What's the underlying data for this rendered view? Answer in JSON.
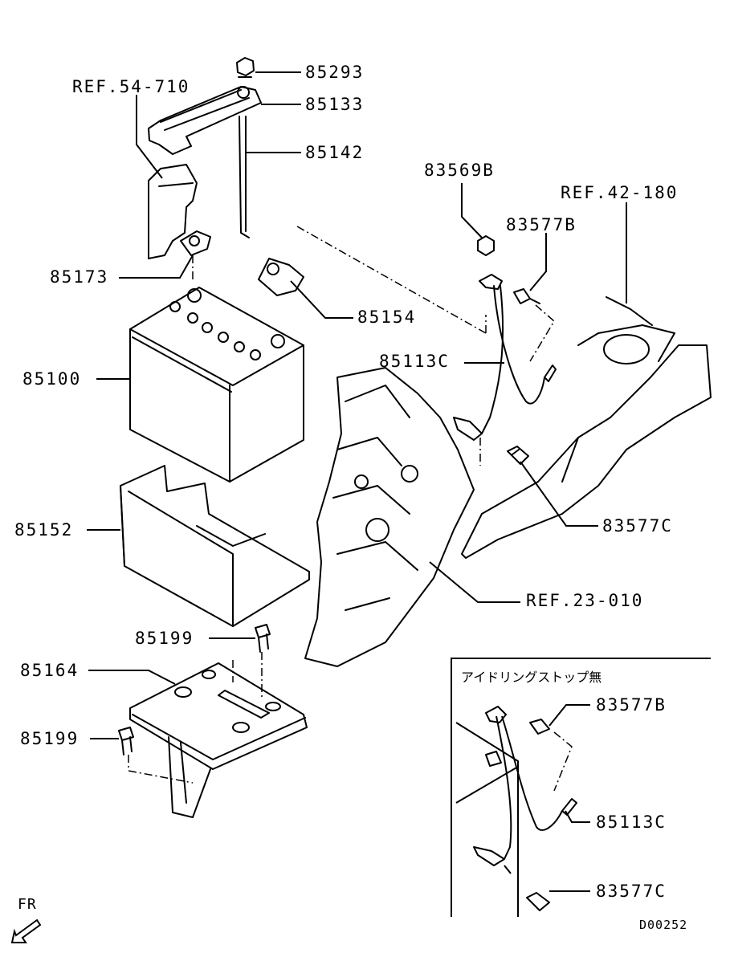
{
  "diagram": {
    "code": "D00252",
    "direction_label": "FR",
    "inset_title": "アイドリングストップ無",
    "callouts": {
      "p85293": "85293",
      "p85133": "85133",
      "p85142": "85142",
      "ref54": "REF.54-710",
      "p83569b": "83569B",
      "ref42": "REF.42-180",
      "p83577b": "83577B",
      "p85173": "85173",
      "p85154": "85154",
      "p85113c": "85113C",
      "p85100": "85100",
      "p85152": "85152",
      "p83577c": "83577C",
      "ref23": "REF.23-010",
      "p85199a": "85199",
      "p85164": "85164",
      "p85199b": "85199"
    },
    "inset_callouts": {
      "p83577b": "83577B",
      "p85113c": "85113C",
      "p83577c": "83577C"
    }
  }
}
